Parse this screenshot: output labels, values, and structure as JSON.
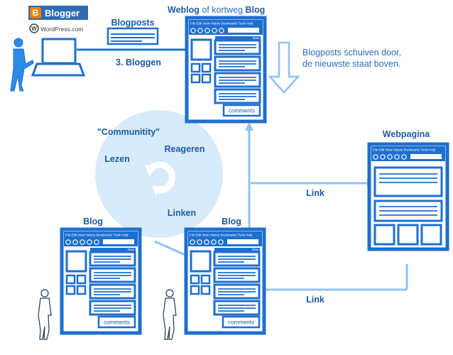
{
  "logos": {
    "blogger": "Blogger",
    "wordpress": "WordPress.com"
  },
  "labels": {
    "blogposts": "Blogposts",
    "bloggen": "3. Bloggen",
    "weblog_prefix": "Weblog",
    "weblog_mid": "of kortweg",
    "weblog_suffix": "Blog",
    "shift_line1": "Blogposts schuiven door,",
    "shift_line2": "de nieuwste staat boven.",
    "community": "\"Communitity\"",
    "reageren": "Reageren",
    "lezen": "Lezen",
    "linken": "Linken",
    "webpagina": "Webpagina",
    "link1": "Link",
    "link2": "Link",
    "blog_left": "Blog",
    "blog_right": "Blog"
  },
  "browser": {
    "menu": "File Edit View History Bookmarks Tools Help",
    "new_tag": "New",
    "comments": "comments"
  },
  "colors": {
    "stroke": "#1e6fd0",
    "light": "#8cc4f5",
    "circle": "#d7ebfa",
    "text": "#1e5aa8"
  }
}
